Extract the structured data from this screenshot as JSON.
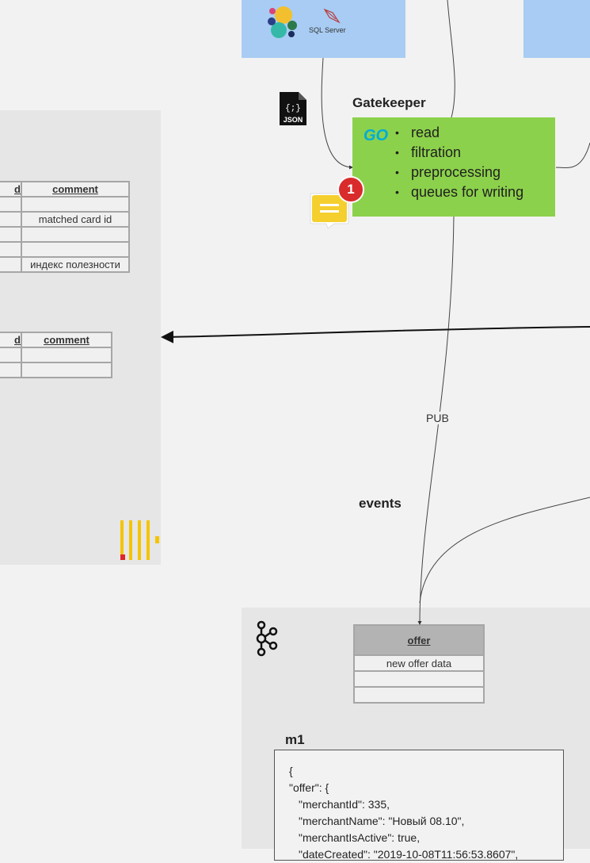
{
  "logos": {
    "sql_server": "SQL Server",
    "json": "JSON",
    "go": "GO"
  },
  "gatekeeper": {
    "title": "Gatekeeper",
    "items": [
      "read",
      "filtration",
      "preprocessing",
      "queues for writing"
    ]
  },
  "comment_badge": {
    "count": "1"
  },
  "left_table_1": {
    "headers": [
      "d",
      "comment"
    ],
    "rows": [
      "",
      "matched card id",
      "",
      "",
      "индекс полезности"
    ]
  },
  "left_table_2": {
    "headers": [
      "d",
      "comment"
    ],
    "rows": [
      "",
      ""
    ]
  },
  "labels": {
    "pub": "PUB",
    "events": "events",
    "m1": "m1"
  },
  "offer_table": {
    "header": "offer",
    "rows": [
      "new offer data",
      "",
      ""
    ]
  },
  "code_lines": [
    "{",
    " \"offer\": {",
    "    \"merchantId\": 335,",
    "    \"merchantName\": \"Новый 08.10\",",
    "    \"merchantIsActive\": true,",
    "    \"dateCreated\": \"2019-10-08T11:56:53.8607\","
  ],
  "colors": {
    "background": "#f2f2f2",
    "panel": "#e6e6e6",
    "blue_box": "#a8ccf3",
    "gatekeeper_box": "#8cd14c",
    "badge": "#d92b2b",
    "comment_icon": "#f5cf2d",
    "accent_yellow": "#f5c400"
  }
}
